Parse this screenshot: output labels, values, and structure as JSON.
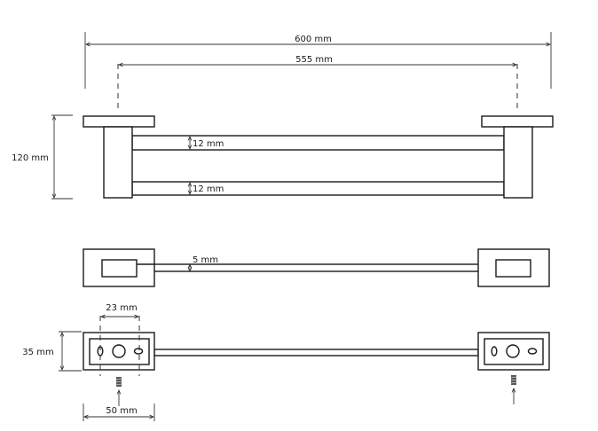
{
  "drawing": {
    "subject": "double towel rail technical drawing",
    "line_color": "#1a1a1a",
    "dimensions": {
      "overall_width": "600 mm",
      "mounting_centers": "555 mm",
      "overall_height": "120 mm",
      "bar_thickness_top": "12 mm",
      "bar_thickness_bottom": "12 mm",
      "bar_width_top_view": "5 mm",
      "hole_spacing": "23 mm",
      "bracket_height": "35 mm",
      "bracket_width": "50 mm"
    },
    "views": [
      "front-view",
      "top-view",
      "wall-plate-view"
    ]
  }
}
